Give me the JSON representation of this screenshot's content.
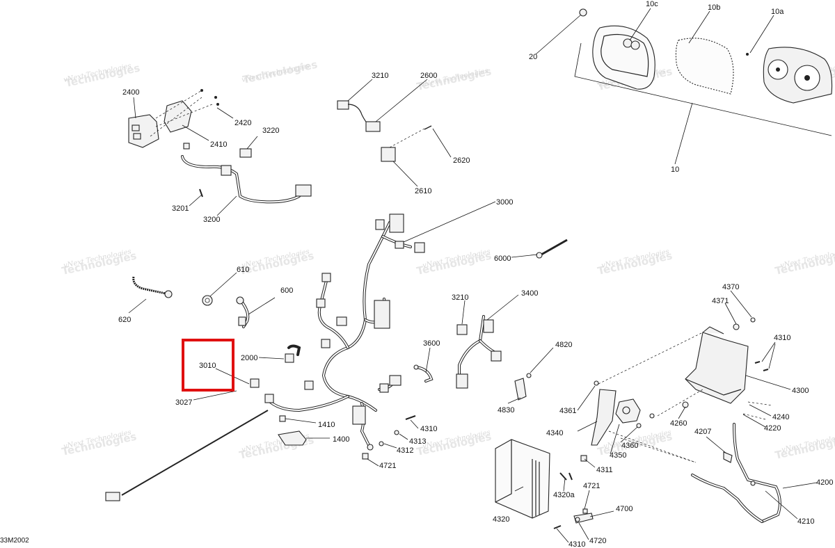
{
  "diagram_code": "33M2002",
  "watermark_line1": "vNext Technologies",
  "watermark_line2": "Technologies",
  "highlight_color": "#e01010",
  "callouts": [
    {
      "id": "c10c",
      "text": "10c"
    },
    {
      "id": "c10b",
      "text": "10b"
    },
    {
      "id": "c10a",
      "text": "10a"
    },
    {
      "id": "c20",
      "text": "20"
    },
    {
      "id": "c10",
      "text": "10"
    },
    {
      "id": "c2400",
      "text": "2400"
    },
    {
      "id": "c2420",
      "text": "2420"
    },
    {
      "id": "c2410",
      "text": "2410"
    },
    {
      "id": "c3220",
      "text": "3220"
    },
    {
      "id": "c3201",
      "text": "3201"
    },
    {
      "id": "c3200",
      "text": "3200"
    },
    {
      "id": "c3210a",
      "text": "3210"
    },
    {
      "id": "c2600",
      "text": "2600"
    },
    {
      "id": "c2620",
      "text": "2620"
    },
    {
      "id": "c2610",
      "text": "2610"
    },
    {
      "id": "c3000",
      "text": "3000"
    },
    {
      "id": "c6000",
      "text": "6000"
    },
    {
      "id": "c610",
      "text": "610"
    },
    {
      "id": "c600",
      "text": "600"
    },
    {
      "id": "c620",
      "text": "620"
    },
    {
      "id": "c3210b",
      "text": "3210"
    },
    {
      "id": "c3400",
      "text": "3400"
    },
    {
      "id": "c3600",
      "text": "3600"
    },
    {
      "id": "c4820",
      "text": "4820"
    },
    {
      "id": "c4830",
      "text": "4830"
    },
    {
      "id": "c2000",
      "text": "2000"
    },
    {
      "id": "c3010",
      "text": "3010"
    },
    {
      "id": "c3027",
      "text": "3027"
    },
    {
      "id": "c1410",
      "text": "1410"
    },
    {
      "id": "c1400",
      "text": "1400"
    },
    {
      "id": "c4310a",
      "text": "4310"
    },
    {
      "id": "c4313",
      "text": "4313"
    },
    {
      "id": "c4312",
      "text": "4312"
    },
    {
      "id": "c4721a",
      "text": "4721"
    },
    {
      "id": "c4370",
      "text": "4370"
    },
    {
      "id": "c4371",
      "text": "4371"
    },
    {
      "id": "c4310b",
      "text": "4310"
    },
    {
      "id": "c4300",
      "text": "4300"
    },
    {
      "id": "c4361",
      "text": "4361"
    },
    {
      "id": "c4340",
      "text": "4340"
    },
    {
      "id": "c4260",
      "text": "4260"
    },
    {
      "id": "c4240",
      "text": "4240"
    },
    {
      "id": "c4220",
      "text": "4220"
    },
    {
      "id": "c4360",
      "text": "4360"
    },
    {
      "id": "c4350",
      "text": "4350"
    },
    {
      "id": "c4311",
      "text": "4311"
    },
    {
      "id": "c4207",
      "text": "4207"
    },
    {
      "id": "c4200",
      "text": "4200"
    },
    {
      "id": "c4721b",
      "text": "4721"
    },
    {
      "id": "c4320a",
      "text": "4320a"
    },
    {
      "id": "c4320",
      "text": "4320"
    },
    {
      "id": "c4700",
      "text": "4700"
    },
    {
      "id": "c4720",
      "text": "4720"
    },
    {
      "id": "c4310c",
      "text": "4310"
    },
    {
      "id": "c4210",
      "text": "4210"
    }
  ]
}
